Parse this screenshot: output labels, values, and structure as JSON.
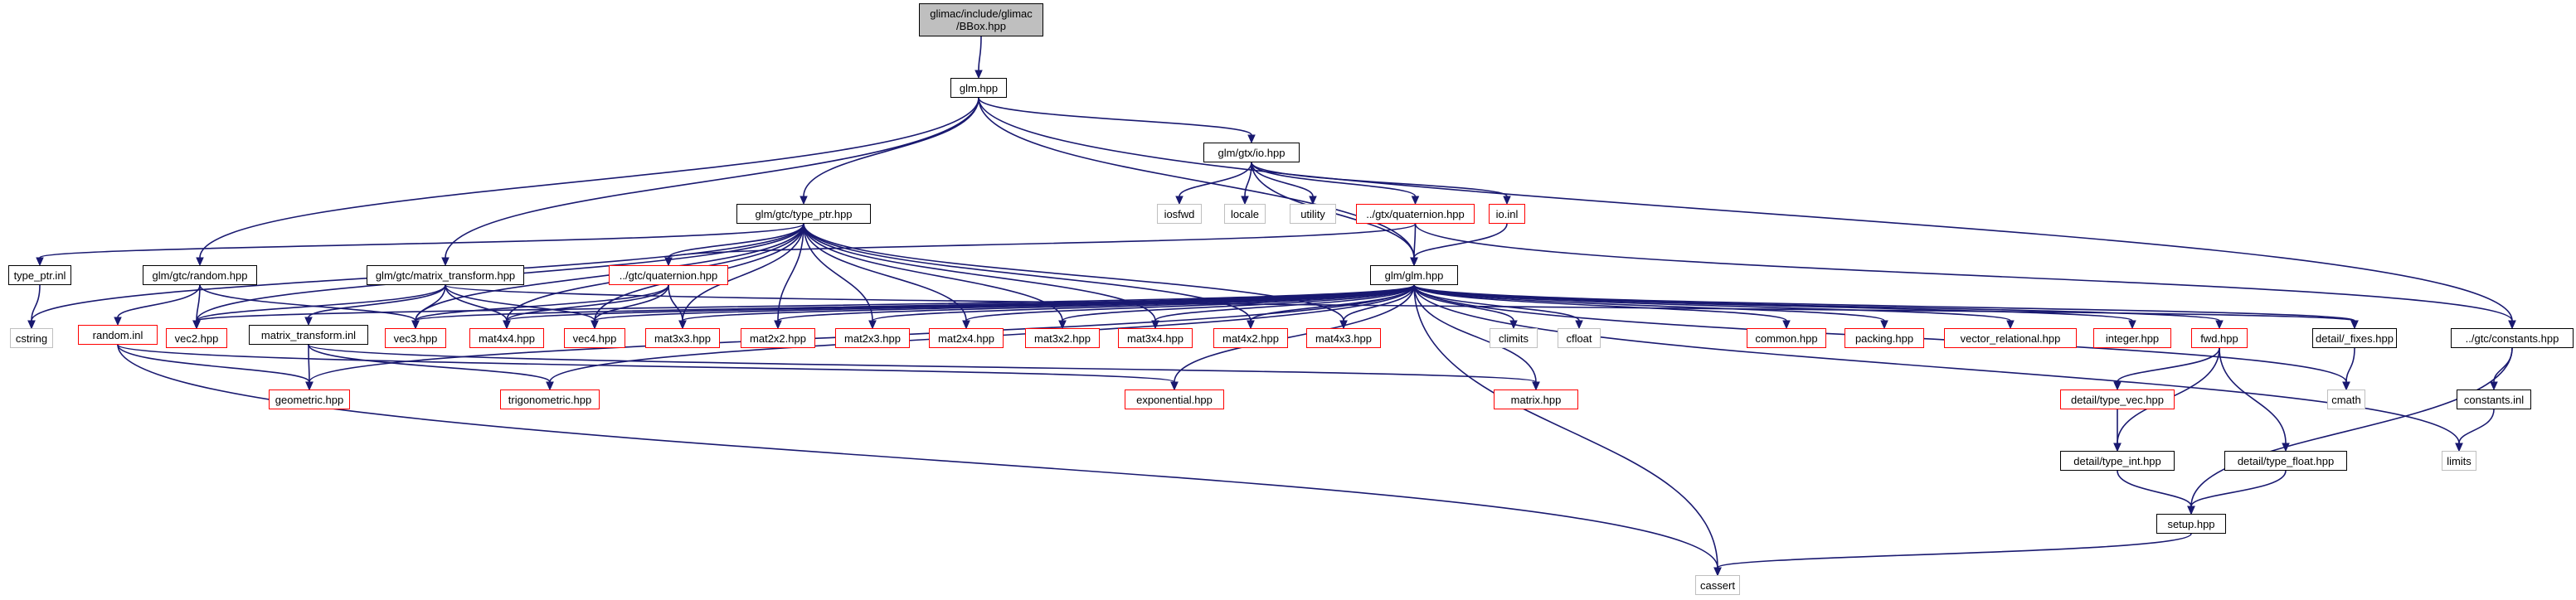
{
  "graph": {
    "colors": {
      "edge": "#191970",
      "root_fill": "#bfbfbf",
      "documented": "#000000",
      "truncated": "#ff0000",
      "system": "#bfbfbf"
    },
    "nodes": [
      {
        "id": "root",
        "label": "glimac/include/glimac\n/BBox.hpp",
        "style": "root"
      },
      {
        "id": "glm_hpp",
        "label": "glm.hpp",
        "style": "black"
      },
      {
        "id": "gtx_io",
        "label": "glm/gtx/io.hpp",
        "style": "black"
      },
      {
        "id": "iosfwd",
        "label": "iosfwd",
        "style": "gray"
      },
      {
        "id": "locale",
        "label": "locale",
        "style": "gray"
      },
      {
        "id": "utility",
        "label": "utility",
        "style": "gray"
      },
      {
        "id": "gtx_quat",
        "label": "../gtx/quaternion.hpp",
        "style": "red"
      },
      {
        "id": "io_inl",
        "label": "io.inl",
        "style": "red"
      },
      {
        "id": "type_ptr",
        "label": "glm/gtc/type_ptr.hpp",
        "style": "black"
      },
      {
        "id": "glm_glm",
        "label": "glm/glm.hpp",
        "style": "black"
      },
      {
        "id": "type_ptr_inl",
        "label": "type_ptr.inl",
        "style": "black"
      },
      {
        "id": "gtc_random",
        "label": "glm/gtc/random.hpp",
        "style": "black"
      },
      {
        "id": "gtc_mt",
        "label": "glm/gtc/matrix_transform.hpp",
        "style": "black"
      },
      {
        "id": "gtc_quat",
        "label": "../gtc/quaternion.hpp",
        "style": "red"
      },
      {
        "id": "cstring",
        "label": "cstring",
        "style": "gray"
      },
      {
        "id": "random_inl",
        "label": "random.inl",
        "style": "red"
      },
      {
        "id": "vec2",
        "label": "vec2.hpp",
        "style": "red"
      },
      {
        "id": "mt_inl",
        "label": "matrix_transform.inl",
        "style": "black"
      },
      {
        "id": "vec3",
        "label": "vec3.hpp",
        "style": "red"
      },
      {
        "id": "mat4x4",
        "label": "mat4x4.hpp",
        "style": "red"
      },
      {
        "id": "vec4",
        "label": "vec4.hpp",
        "style": "red"
      },
      {
        "id": "mat3x3",
        "label": "mat3x3.hpp",
        "style": "red"
      },
      {
        "id": "mat2x2",
        "label": "mat2x2.hpp",
        "style": "red"
      },
      {
        "id": "mat2x3",
        "label": "mat2x3.hpp",
        "style": "red"
      },
      {
        "id": "mat2x4",
        "label": "mat2x4.hpp",
        "style": "red"
      },
      {
        "id": "mat3x2",
        "label": "mat3x2.hpp",
        "style": "red"
      },
      {
        "id": "mat3x4",
        "label": "mat3x4.hpp",
        "style": "red"
      },
      {
        "id": "mat4x2",
        "label": "mat4x2.hpp",
        "style": "red"
      },
      {
        "id": "mat4x3",
        "label": "mat4x3.hpp",
        "style": "red"
      },
      {
        "id": "climits",
        "label": "climits",
        "style": "gray"
      },
      {
        "id": "cfloat",
        "label": "cfloat",
        "style": "gray"
      },
      {
        "id": "common",
        "label": "common.hpp",
        "style": "red"
      },
      {
        "id": "packing",
        "label": "packing.hpp",
        "style": "red"
      },
      {
        "id": "vecrel",
        "label": "vector_relational.hpp",
        "style": "red"
      },
      {
        "id": "integer",
        "label": "integer.hpp",
        "style": "red"
      },
      {
        "id": "fwd",
        "label": "fwd.hpp",
        "style": "red"
      },
      {
        "id": "fixes",
        "label": "detail/_fixes.hpp",
        "style": "black"
      },
      {
        "id": "gtc_const",
        "label": "../gtc/constants.hpp",
        "style": "black"
      },
      {
        "id": "geometric",
        "label": "geometric.hpp",
        "style": "red"
      },
      {
        "id": "trig",
        "label": "trigonometric.hpp",
        "style": "red"
      },
      {
        "id": "exponential",
        "label": "exponential.hpp",
        "style": "red"
      },
      {
        "id": "matrix",
        "label": "matrix.hpp",
        "style": "red"
      },
      {
        "id": "type_vec",
        "label": "detail/type_vec.hpp",
        "style": "red"
      },
      {
        "id": "cmath",
        "label": "cmath",
        "style": "gray"
      },
      {
        "id": "const_inl",
        "label": "constants.inl",
        "style": "black"
      },
      {
        "id": "type_int",
        "label": "detail/type_int.hpp",
        "style": "black"
      },
      {
        "id": "type_float",
        "label": "detail/type_float.hpp",
        "style": "black"
      },
      {
        "id": "limits",
        "label": "limits",
        "style": "gray"
      },
      {
        "id": "setup",
        "label": "setup.hpp",
        "style": "black"
      },
      {
        "id": "cassert",
        "label": "cassert",
        "style": "gray"
      }
    ],
    "edges": [
      [
        "root",
        "glm_hpp"
      ],
      [
        "glm_hpp",
        "gtx_io"
      ],
      [
        "glm_hpp",
        "type_ptr"
      ],
      [
        "glm_hpp",
        "glm_glm"
      ],
      [
        "glm_hpp",
        "gtc_random"
      ],
      [
        "glm_hpp",
        "gtc_mt"
      ],
      [
        "glm_hpp",
        "gtc_const"
      ],
      [
        "gtx_io",
        "iosfwd"
      ],
      [
        "gtx_io",
        "locale"
      ],
      [
        "gtx_io",
        "utility"
      ],
      [
        "gtx_io",
        "gtx_quat"
      ],
      [
        "gtx_io",
        "io_inl"
      ],
      [
        "gtx_io",
        "glm_glm"
      ],
      [
        "gtx_quat",
        "glm_glm"
      ],
      [
        "gtx_quat",
        "gtc_quat"
      ],
      [
        "gtx_quat",
        "gtc_const"
      ],
      [
        "io_inl",
        "glm_glm"
      ],
      [
        "type_ptr",
        "type_ptr_inl"
      ],
      [
        "type_ptr",
        "gtc_quat"
      ],
      [
        "type_ptr",
        "vec2"
      ],
      [
        "type_ptr",
        "vec3"
      ],
      [
        "type_ptr",
        "vec4"
      ],
      [
        "type_ptr",
        "mat2x2"
      ],
      [
        "type_ptr",
        "mat2x3"
      ],
      [
        "type_ptr",
        "mat2x4"
      ],
      [
        "type_ptr",
        "mat3x2"
      ],
      [
        "type_ptr",
        "mat3x3"
      ],
      [
        "type_ptr",
        "mat3x4"
      ],
      [
        "type_ptr",
        "mat4x2"
      ],
      [
        "type_ptr",
        "mat4x3"
      ],
      [
        "type_ptr",
        "mat4x4"
      ],
      [
        "type_ptr",
        "cstring"
      ],
      [
        "type_ptr_inl",
        "cstring"
      ],
      [
        "gtc_random",
        "random_inl"
      ],
      [
        "gtc_random",
        "vec2"
      ],
      [
        "gtc_random",
        "vec3"
      ],
      [
        "gtc_mt",
        "mt_inl"
      ],
      [
        "gtc_mt",
        "mat4x4"
      ],
      [
        "gtc_mt",
        "vec2"
      ],
      [
        "gtc_mt",
        "vec3"
      ],
      [
        "gtc_mt",
        "vec4"
      ],
      [
        "gtc_mt",
        "fixes"
      ],
      [
        "gtc_quat",
        "mat3x3"
      ],
      [
        "gtc_quat",
        "mat4x4"
      ],
      [
        "gtc_quat",
        "vec3"
      ],
      [
        "gtc_quat",
        "vec4"
      ],
      [
        "random_inl",
        "geometric"
      ],
      [
        "random_inl",
        "exponential"
      ],
      [
        "random_inl",
        "cassert"
      ],
      [
        "mt_inl",
        "geometric"
      ],
      [
        "mt_inl",
        "trig"
      ],
      [
        "mt_inl",
        "matrix"
      ],
      [
        "glm_glm",
        "fixes"
      ],
      [
        "glm_glm",
        "cmath"
      ],
      [
        "glm_glm",
        "climits"
      ],
      [
        "glm_glm",
        "cfloat"
      ],
      [
        "glm_glm",
        "limits"
      ],
      [
        "glm_glm",
        "cassert"
      ],
      [
        "glm_glm",
        "fwd"
      ],
      [
        "glm_glm",
        "vec2"
      ],
      [
        "glm_glm",
        "vec3"
      ],
      [
        "glm_glm",
        "vec4"
      ],
      [
        "glm_glm",
        "mat2x2"
      ],
      [
        "glm_glm",
        "mat2x3"
      ],
      [
        "glm_glm",
        "mat2x4"
      ],
      [
        "glm_glm",
        "mat3x2"
      ],
      [
        "glm_glm",
        "mat3x3"
      ],
      [
        "glm_glm",
        "mat3x4"
      ],
      [
        "glm_glm",
        "mat4x2"
      ],
      [
        "glm_glm",
        "mat4x3"
      ],
      [
        "glm_glm",
        "mat4x4"
      ],
      [
        "glm_glm",
        "trig"
      ],
      [
        "glm_glm",
        "exponential"
      ],
      [
        "glm_glm",
        "common"
      ],
      [
        "glm_glm",
        "packing"
      ],
      [
        "glm_glm",
        "geometric"
      ],
      [
        "glm_glm",
        "matrix"
      ],
      [
        "glm_glm",
        "vecrel"
      ],
      [
        "glm_glm",
        "integer"
      ],
      [
        "fwd",
        "type_int"
      ],
      [
        "fwd",
        "type_float"
      ],
      [
        "fwd",
        "type_vec"
      ],
      [
        "type_vec",
        "type_int"
      ],
      [
        "type_int",
        "setup"
      ],
      [
        "type_float",
        "setup"
      ],
      [
        "fixes",
        "cmath"
      ],
      [
        "gtc_const",
        "const_inl"
      ],
      [
        "gtc_const",
        "setup"
      ],
      [
        "const_inl",
        "limits"
      ],
      [
        "setup",
        "cassert"
      ]
    ]
  }
}
